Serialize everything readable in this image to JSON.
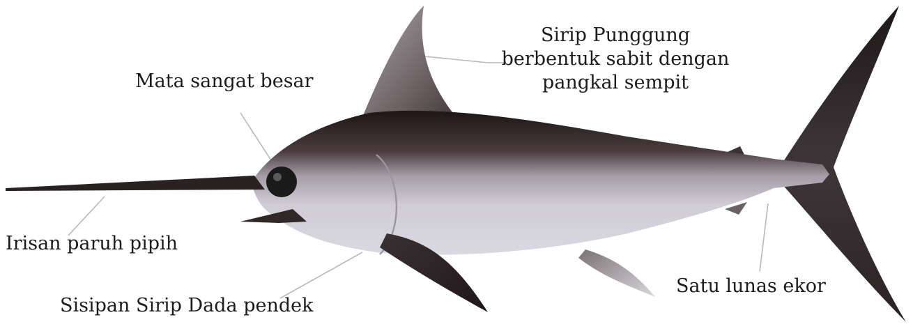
{
  "labels": {
    "eye": "Mata sangat besar",
    "dorsal_line1": "Sirip Punggung",
    "dorsal_line2": "berbentuk sabit dengan",
    "dorsal_line3": "pangkal sempit",
    "bill": "Irisan paruh pipih",
    "pectoral": "Sisipan Sirip Dada pendek",
    "keel": "Satu lunas ekor"
  },
  "colors": {
    "back": "#2a2021",
    "belly": "#cfcdd6",
    "fin": "#3a3233",
    "leader_line": "#b8b8b8",
    "text": "#1c1c1c"
  }
}
